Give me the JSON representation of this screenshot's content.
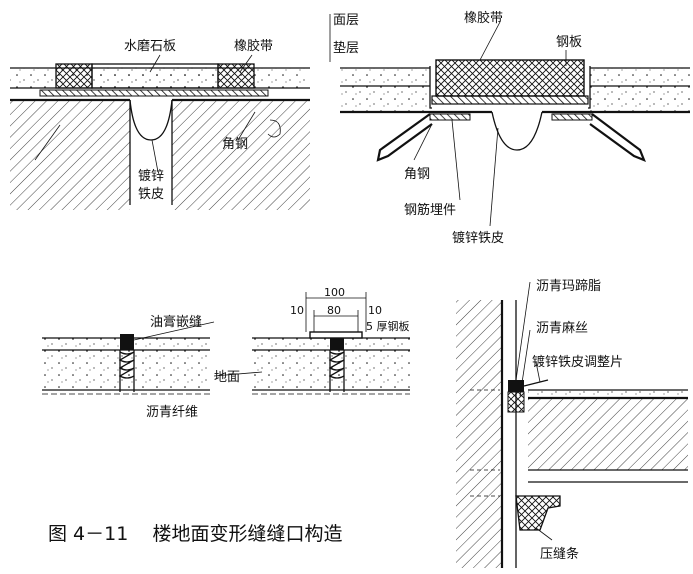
{
  "top_left": {
    "terrazzo_label": "水磨石板",
    "rubber_label": "橡胶带",
    "angle_label": "角钢",
    "galv_label_1": "镀锌",
    "galv_label_2": "铁皮"
  },
  "top_right": {
    "surface_label": "面层",
    "cushion_label": "垫层",
    "rubber_label": "橡胶带",
    "steel_plate_label": "钢板",
    "angle_label": "角钢",
    "rebar_label": "钢筋埋件",
    "galv_label": "镀锌铁皮"
  },
  "bottom_left": {
    "tar_joint_label": "油膏嵌缝",
    "ground_label": "地面",
    "asphalt_fiber_label": "沥青纤维",
    "dim_total": "100",
    "dim_left": "10",
    "dim_mid": "80",
    "dim_right": "10",
    "plate_label": "5 厚钢板"
  },
  "bottom_right": {
    "mastic_label": "沥青玛蹄脂",
    "hemp_label": "沥青麻丝",
    "galv_adjust_label": "镀锌铁皮调整片",
    "press_strip_label": "压缝条"
  },
  "caption": "图 4－11    楼地面变形缝缝口构造",
  "colors": {
    "ink": "#111111",
    "paper": "#ffffff"
  }
}
